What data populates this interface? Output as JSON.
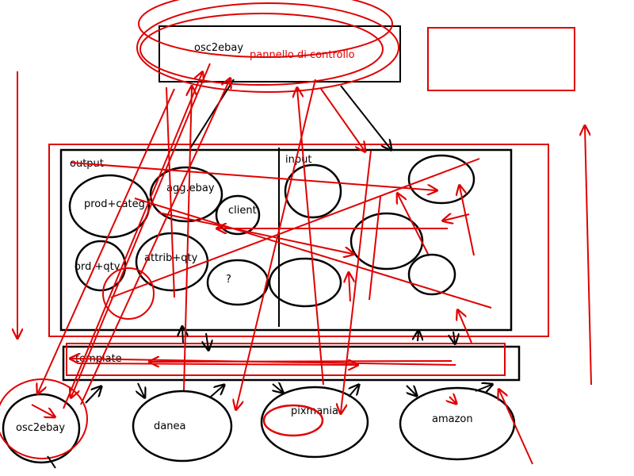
{
  "colors": {
    "ink": "#000000",
    "pen_red": "#e00000",
    "background": "#ffffff"
  },
  "top_box": {
    "label": "osc2ebay",
    "annotation": "pannello di controllo"
  },
  "main_panel": {
    "output_label": "output",
    "input_label": "input",
    "output_nodes": [
      "prod+categ",
      "agg.ebay",
      "client",
      "ord.+qty",
      "attrib+qty",
      "?"
    ]
  },
  "template_bar": {
    "label": "template"
  },
  "bottom_nodes": [
    "osc2ebay",
    "danea",
    "pixmania",
    "amazon"
  ]
}
